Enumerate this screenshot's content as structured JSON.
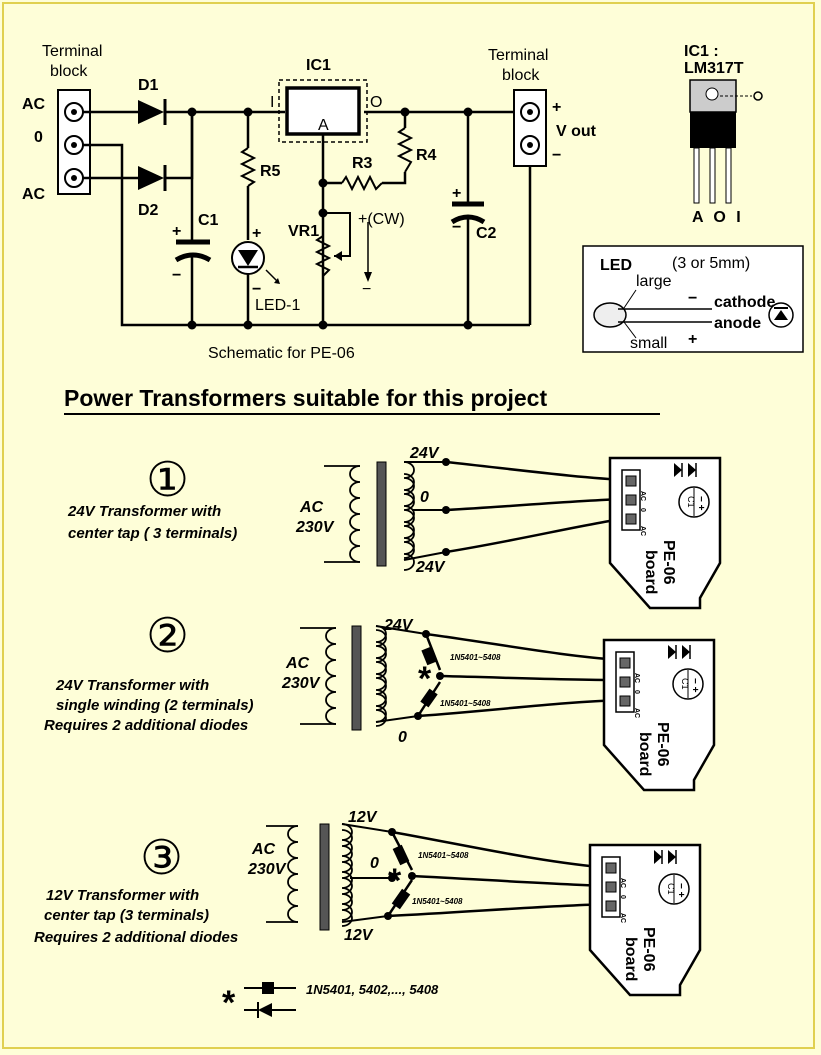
{
  "schematic": {
    "terminal_block_left": [
      "Terminal",
      "block"
    ],
    "terminal_block_right": [
      "Terminal",
      "block"
    ],
    "input_pins": [
      "AC",
      "0",
      "AC"
    ],
    "d1": "D1",
    "d2": "D2",
    "ic1": "IC1",
    "ic_pin_i": "I",
    "ic_pin_o": "O",
    "ic_pin_a": "A",
    "r3": "R3",
    "r4": "R4",
    "r5": "R5",
    "vr1": "VR1",
    "cw": "+(CW)",
    "c1": "C1",
    "c2": "C2",
    "led": "LED-1",
    "plus": "+",
    "minus": "−",
    "v_out": "V out",
    "caption": "Schematic for PE-06"
  },
  "ic_package": {
    "title": "IC1 :",
    "part": "LM317T",
    "pins": "A O I"
  },
  "led_box": {
    "title": "LED",
    "size": "(3  or 5mm)",
    "large": "large",
    "small": "small",
    "cathode": "cathode",
    "anode": "anode",
    "cathode_sign": "−",
    "anode_sign": "+"
  },
  "section_title": "Power Transformers suitable for this project",
  "transformers": [
    {
      "number": "①",
      "desc": [
        "24V  Transformer with",
        "center tap    ( 3 terminals)"
      ],
      "ac": [
        "AC",
        "230V"
      ],
      "top": "24V",
      "mid": "0",
      "bot": "24V"
    },
    {
      "number": "②",
      "desc": [
        "24V  Transformer with",
        "single  winding  (2 terminals)",
        "Requires 2 additional diodes"
      ],
      "ac": [
        "AC",
        "230V"
      ],
      "top": "24V",
      "bot": "0",
      "diode_label": "1N5401~5408"
    },
    {
      "number": "③",
      "desc": [
        "12V  Transformer with",
        "center tap  (3 terminals)",
        "Requires 2 additional diodes"
      ],
      "ac": [
        "AC",
        "230V"
      ],
      "top": "12V",
      "mid": "0",
      "bot": "12V",
      "diode_label": "1N5401~5408"
    }
  ],
  "board": {
    "name": "PE-06",
    "sub": "board",
    "pins": [
      "AC",
      "0",
      "AC"
    ],
    "cap_sign": "−  +",
    "cap_label": "C1"
  },
  "footnote": {
    "star": "*",
    "text": "1N5401, 5402,..., 5408"
  }
}
